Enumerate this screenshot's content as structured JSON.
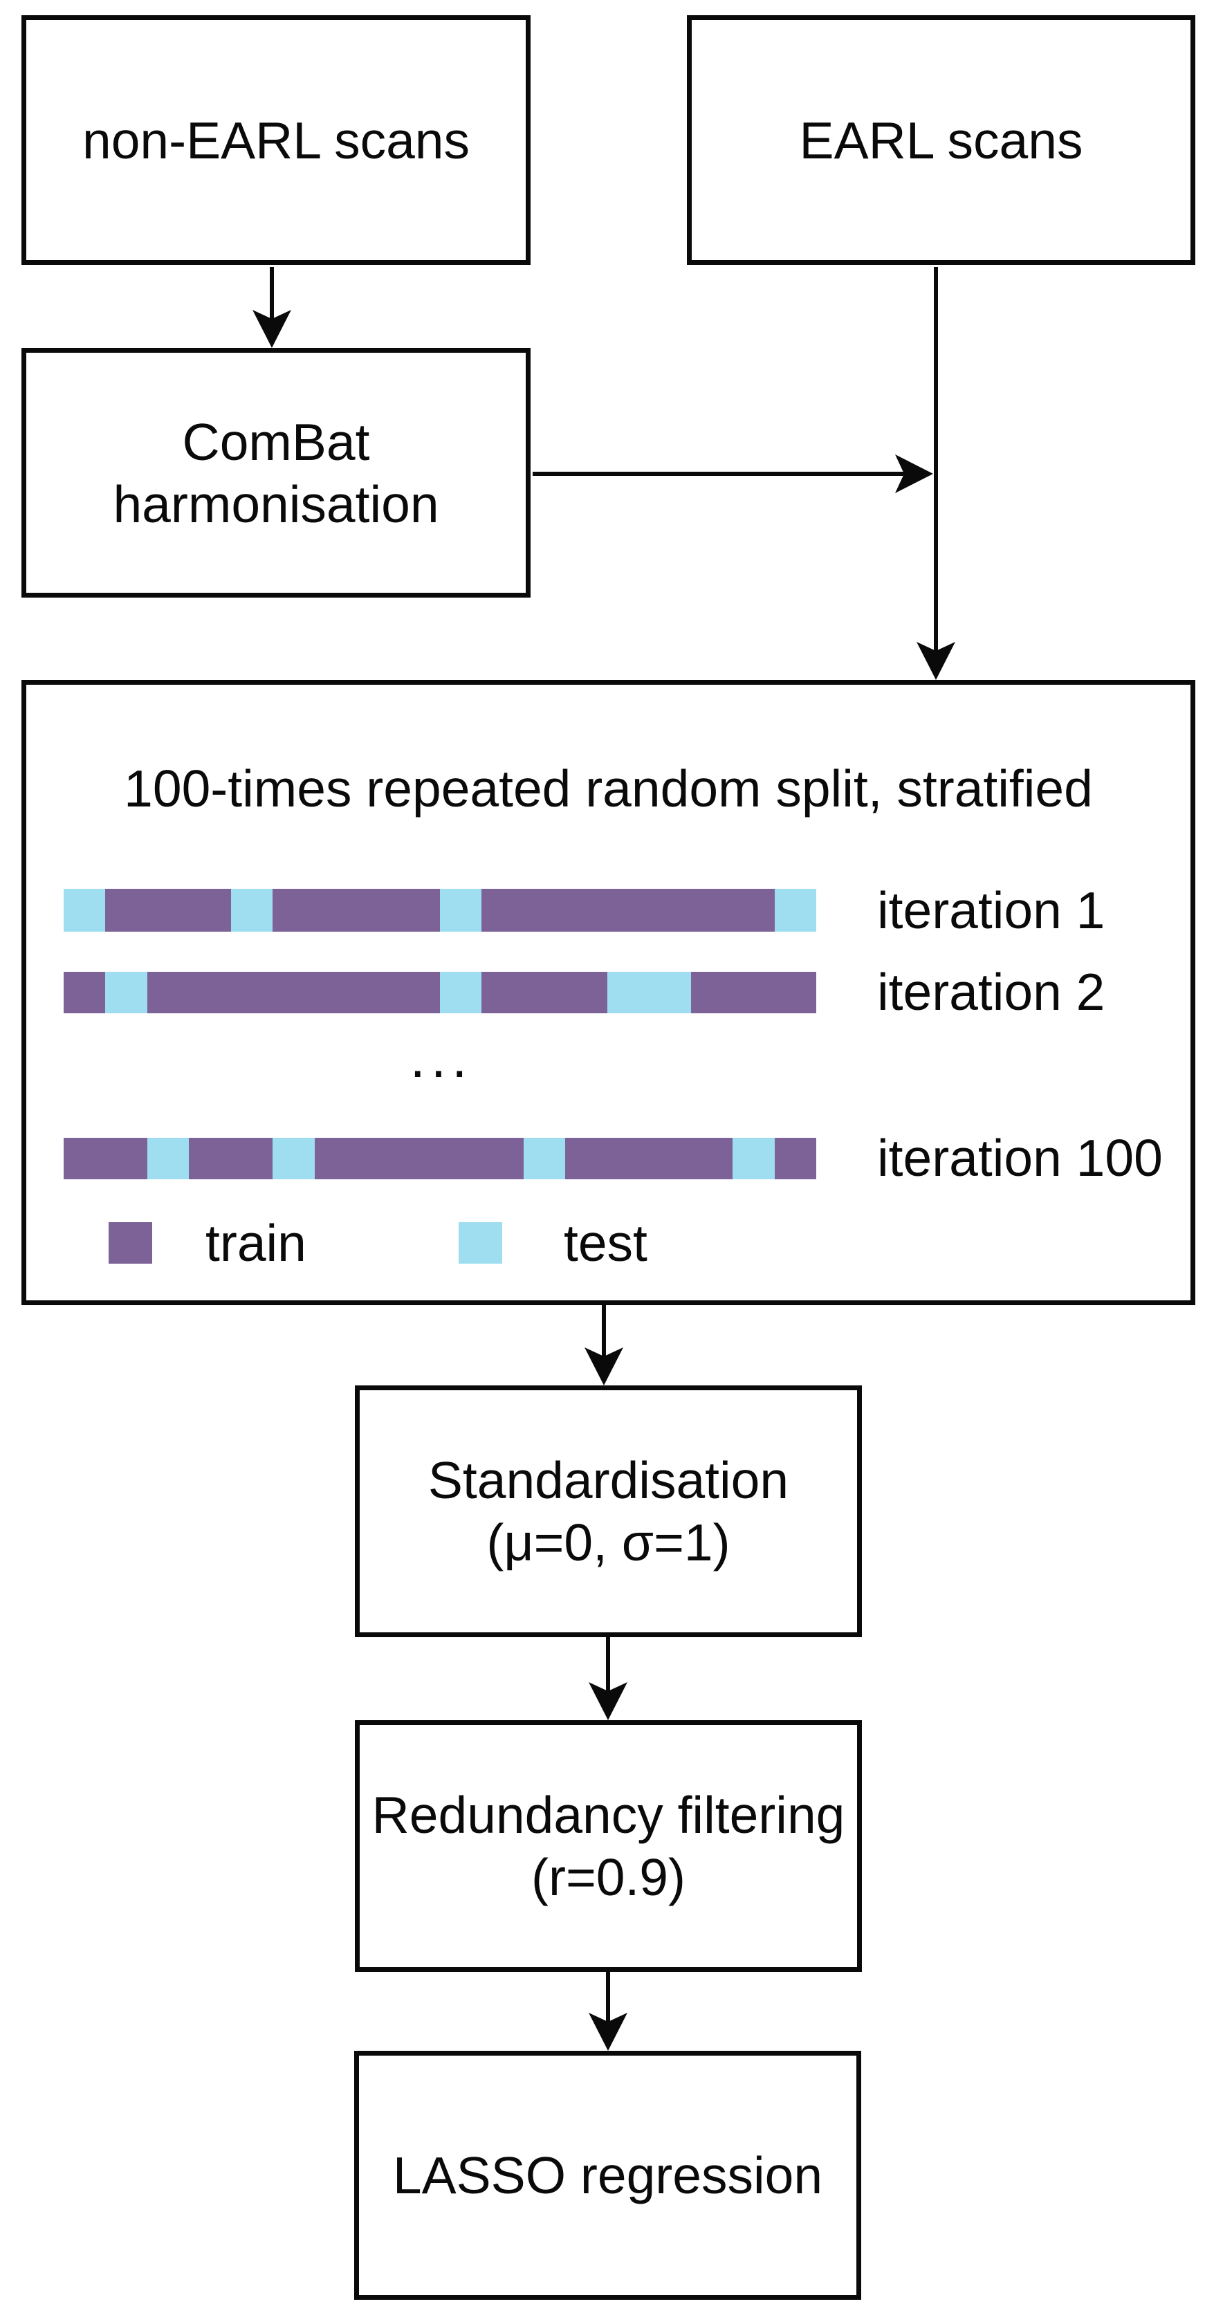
{
  "palette": {
    "train_color": "#7C6296",
    "test_color": "#9FDEF0",
    "line_color": "#0a0a0a",
    "background": "#ffffff"
  },
  "boxes": {
    "non_earl": {
      "label": "non-EARL scans"
    },
    "earl": {
      "label": "EARL scans"
    },
    "combat": {
      "line1": "ComBat",
      "line2": "harmonisation"
    },
    "standardisation": {
      "line1": "Standardisation",
      "line2": "(μ=0, σ=1)"
    },
    "redundancy": {
      "line1": "Redundancy filtering",
      "line2": "(r=0.9)"
    },
    "lasso": {
      "label": "LASSO regression"
    }
  },
  "split_box": {
    "title": "100-times repeated random split, stratified",
    "ellipsis": "...",
    "total_units": 18,
    "iterations": [
      {
        "label": "iteration 1",
        "segments": [
          {
            "set": "test",
            "units": 1
          },
          {
            "set": "train",
            "units": 3
          },
          {
            "set": "test",
            "units": 1
          },
          {
            "set": "train",
            "units": 4
          },
          {
            "set": "test",
            "units": 1
          },
          {
            "set": "train",
            "units": 7
          },
          {
            "set": "test",
            "units": 1
          }
        ]
      },
      {
        "label": "iteration 2",
        "segments": [
          {
            "set": "train",
            "units": 1
          },
          {
            "set": "test",
            "units": 1
          },
          {
            "set": "train",
            "units": 7
          },
          {
            "set": "test",
            "units": 1
          },
          {
            "set": "train",
            "units": 3
          },
          {
            "set": "test",
            "units": 2
          },
          {
            "set": "train",
            "units": 3
          }
        ]
      },
      {
        "label": "iteration 100",
        "segments": [
          {
            "set": "train",
            "units": 2
          },
          {
            "set": "test",
            "units": 1
          },
          {
            "set": "train",
            "units": 2
          },
          {
            "set": "test",
            "units": 1
          },
          {
            "set": "train",
            "units": 5
          },
          {
            "set": "test",
            "units": 1
          },
          {
            "set": "train",
            "units": 4
          },
          {
            "set": "test",
            "units": 1
          },
          {
            "set": "train",
            "units": 1
          }
        ]
      }
    ],
    "legend": [
      {
        "label": "train",
        "set": "train"
      },
      {
        "label": "test",
        "set": "test"
      }
    ]
  }
}
